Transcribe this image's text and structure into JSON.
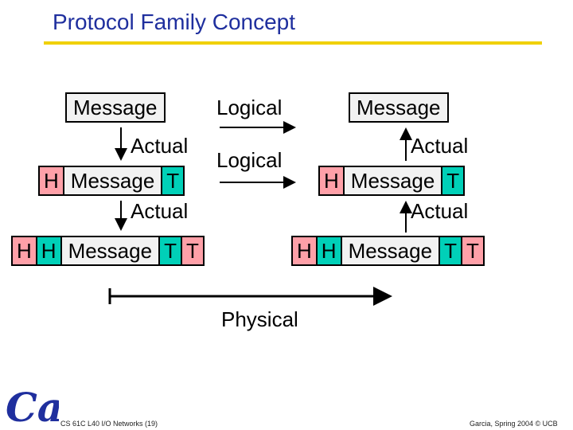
{
  "title": "Protocol Family Concept",
  "labels": {
    "logical_top": "Logical",
    "logical_mid": "Logical",
    "actual_left_top": "Actual",
    "actual_left_bottom": "Actual",
    "actual_right_top": "Actual",
    "actual_right_bottom": "Actual",
    "physical": "Physical"
  },
  "packets": {
    "message": "Message",
    "header": "H",
    "trailer": "T"
  },
  "footer": {
    "left": "CS 61C L40 I/O Networks (19)",
    "right": "Garcia, Spring 2004 © UCB"
  },
  "colors": {
    "title": "#1f2f9e",
    "rule": "#f0d000",
    "header": "#ffa0a8",
    "trailer": "#00d0b8",
    "message": "#f2f2f2",
    "logo": "#1f2f9e"
  }
}
